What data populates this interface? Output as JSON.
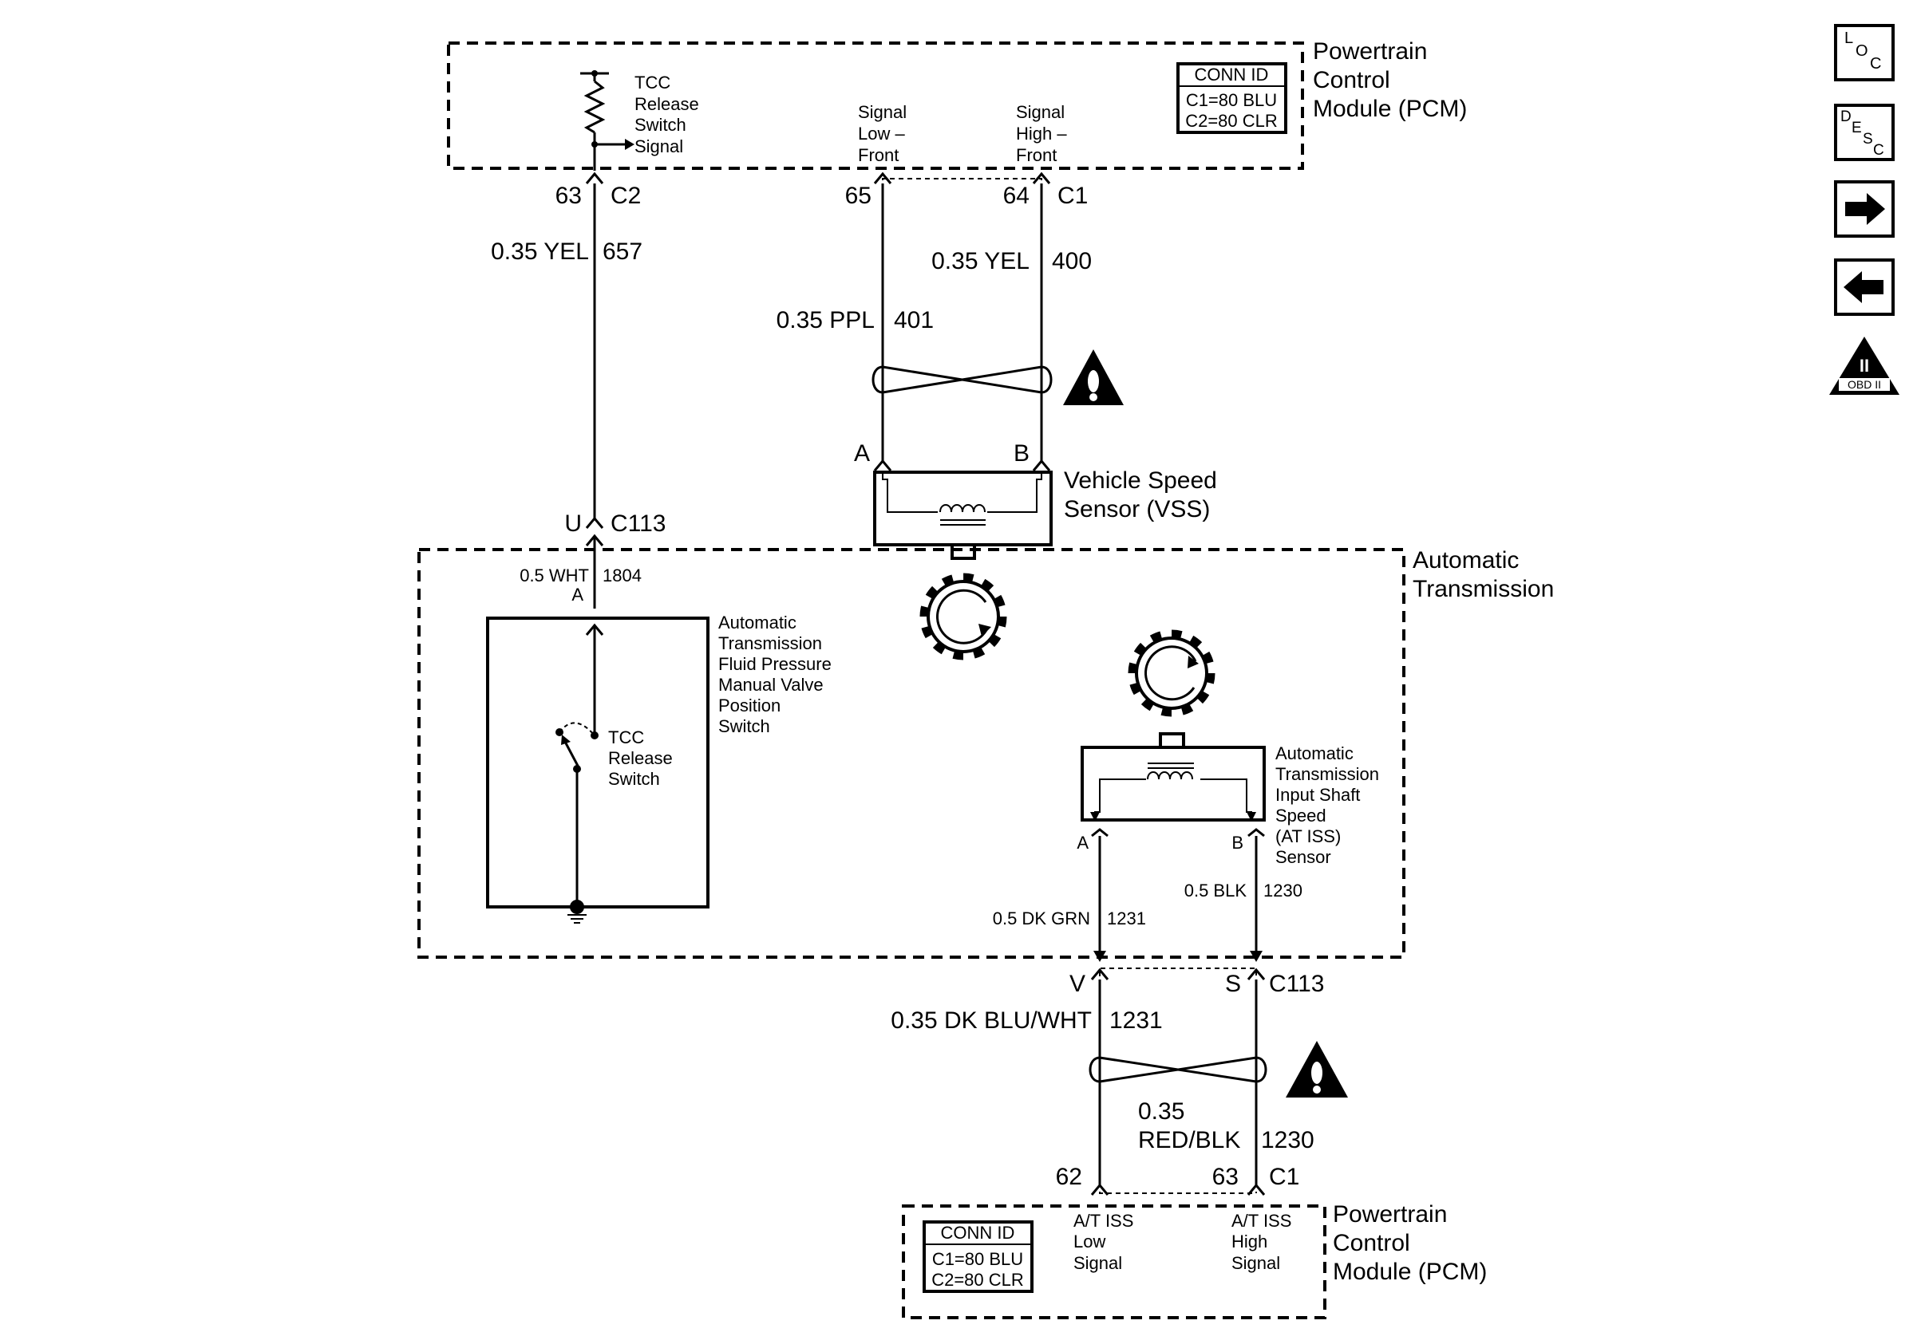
{
  "pcm_top": {
    "title": [
      "Powertrain",
      "Control",
      "Module (PCM)"
    ],
    "conn_id": {
      "header": "CONN ID",
      "lines": [
        "C1=80 BLU",
        "C2=80 CLR"
      ]
    },
    "tcc_signal": [
      "TCC",
      "Release",
      "Switch",
      "Signal"
    ],
    "sig_low": [
      "Signal",
      "Low –",
      "Front"
    ],
    "sig_high": [
      "Signal",
      "High –",
      "Front"
    ]
  },
  "pins_top": {
    "p63": "63",
    "c2": "C2",
    "p65": "65",
    "p64": "64",
    "c1": "C1"
  },
  "wires": {
    "w657": {
      "gauge": "0.35 YEL",
      "circuit": "657"
    },
    "w400": {
      "gauge": "0.35 YEL",
      "circuit": "400"
    },
    "w401": {
      "gauge": "0.35 PPL",
      "circuit": "401"
    },
    "w1804": {
      "gauge": "0.5 WHT",
      "circuit": "1804"
    },
    "w1231a": {
      "gauge": "0.5 DK GRN",
      "circuit": "1231"
    },
    "w1230a": {
      "gauge": "0.5 BLK",
      "circuit": "1230"
    },
    "w1231b": {
      "gauge": "0.35 DK BLU/WHT",
      "circuit": "1231"
    },
    "w1230b": {
      "gauge": "0.35",
      "gauge2": "RED/BLK",
      "circuit": "1230"
    }
  },
  "vss": {
    "title": [
      "Vehicle Speed",
      "Sensor (VSS)"
    ],
    "pin_a": "A",
    "pin_b": "B"
  },
  "c113_top": {
    "pin": "U",
    "conn": "C113"
  },
  "trans": {
    "title": [
      "Automatic",
      "Transmission"
    ],
    "pin_a": "A",
    "switch_box": [
      "Automatic",
      "Transmission",
      "Fluid Pressure",
      "Manual Valve",
      "Position",
      "Switch"
    ],
    "tcc_switch": [
      "TCC",
      "Release",
      "Switch"
    ],
    "iss": [
      "Automatic",
      "Transmission",
      "Input Shaft",
      "Speed",
      "(AT ISS)",
      "Sensor"
    ],
    "iss_pin_a": "A",
    "iss_pin_b": "B"
  },
  "c113_bot": {
    "pin_v": "V",
    "pin_s": "S",
    "conn": "C113"
  },
  "pins_bot": {
    "p62": "62",
    "p63": "63",
    "c1": "C1"
  },
  "pcm_bot": {
    "title": [
      "Powertrain",
      "Control",
      "Module (PCM)"
    ],
    "conn_id": {
      "header": "CONN ID",
      "lines": [
        "C1=80 BLU",
        "C2=80 CLR"
      ]
    },
    "low": [
      "A/T ISS",
      "Low",
      "Signal"
    ],
    "high": [
      "A/T ISS",
      "High",
      "Signal"
    ]
  },
  "nav": {
    "loc_icon": "LOC",
    "desc_icon": "DESC",
    "obd_icon": {
      "top": "II",
      "bottom": "OBD II"
    }
  }
}
